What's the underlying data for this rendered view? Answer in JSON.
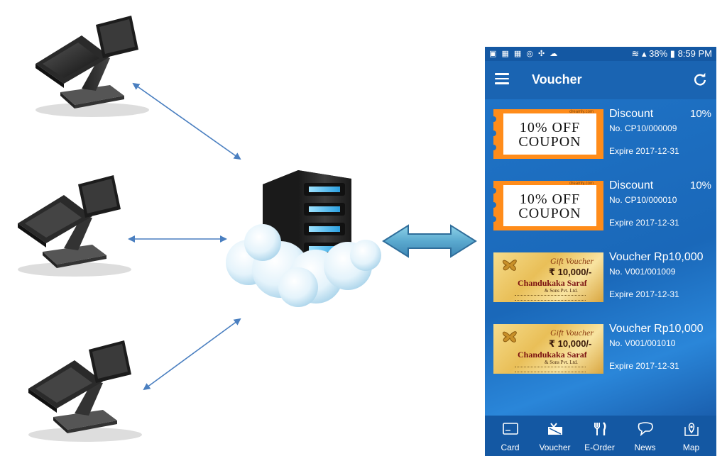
{
  "phone": {
    "status": {
      "battery": "38%",
      "time": "8:59 PM"
    },
    "appbar": {
      "title": "Voucher"
    },
    "vouchers": [
      {
        "kind": "coupon",
        "name": "Discount",
        "percent": "10%",
        "number": "No. CP10/000009",
        "expire": "Expire 2017-12-31",
        "image_line1": "10% OFF",
        "image_line2": "COUPON",
        "image_site": "dreamly.com"
      },
      {
        "kind": "coupon",
        "name": "Discount",
        "percent": "10%",
        "number": "No. CP10/000010",
        "expire": "Expire 2017-12-31",
        "image_line1": "10% OFF",
        "image_line2": "COUPON",
        "image_site": "dreamly.com"
      },
      {
        "kind": "gift",
        "name": "Voucher Rp10,000",
        "number": "No. V001/001009",
        "expire": "Expire 2017-12-31",
        "image_title": "Gift Voucher",
        "image_amount": "₹ 10,000/-",
        "image_shop": "Chandukaka Saraf",
        "image_sub": "& Sons Pvt. Ltd."
      },
      {
        "kind": "gift",
        "name": "Voucher Rp10,000",
        "number": "No. V001/001010",
        "expire": "Expire 2017-12-31",
        "image_title": "Gift Voucher",
        "image_amount": "₹ 10,000/-",
        "image_shop": "Chandukaka Saraf",
        "image_sub": "& Sons Pvt. Ltd."
      }
    ],
    "nav": [
      {
        "label": "Card",
        "icon": "card-icon"
      },
      {
        "label": "Voucher",
        "icon": "voucher-icon"
      },
      {
        "label": "E-Order",
        "icon": "fork-knife-icon"
      },
      {
        "label": "News",
        "icon": "speech-bubble-icon"
      },
      {
        "label": "Map",
        "icon": "map-pin-icon"
      }
    ]
  },
  "colors": {
    "app_blue": "#1d6fc0",
    "arrow_blue": "#4a7fc0",
    "coupon_orange": "#ff8c1a"
  }
}
